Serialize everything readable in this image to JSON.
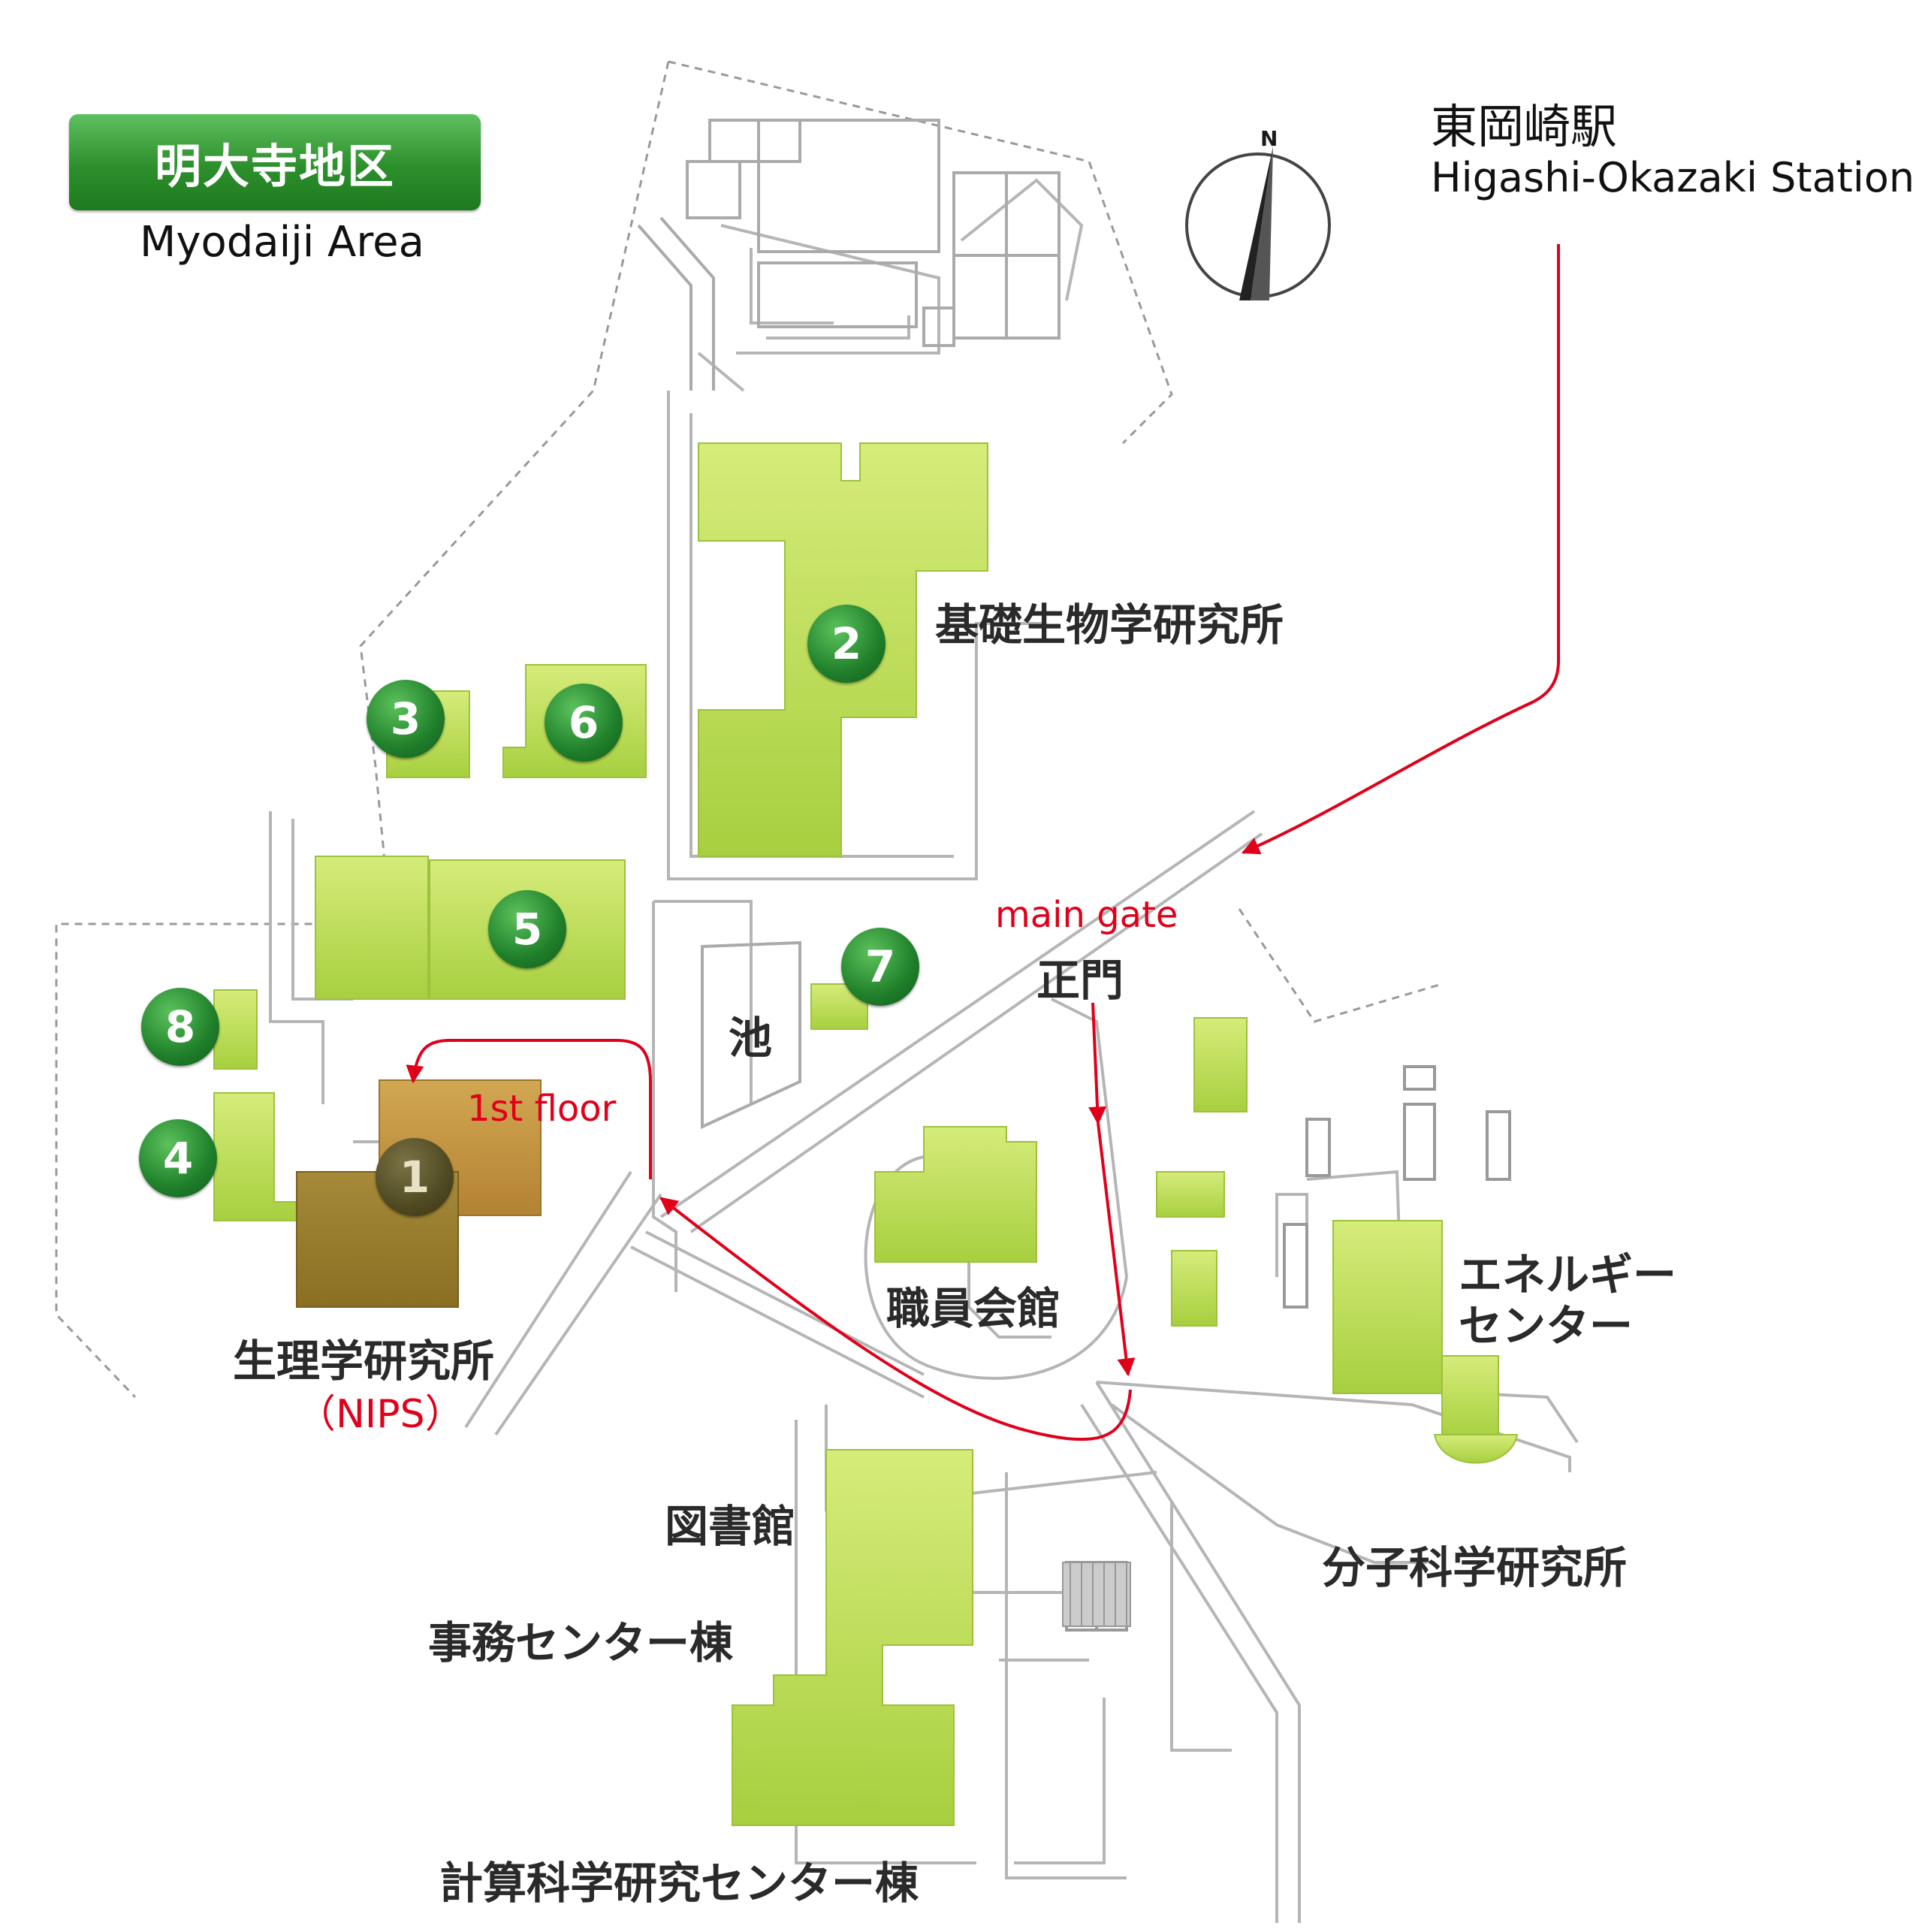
{
  "area": {
    "title_jp": "明大寺地区",
    "title_en": "Myodaiji Area"
  },
  "station": {
    "name_jp": "東岡崎駅",
    "name_en": "Higashi-Okazaki Station"
  },
  "compass": {
    "north_label": "N"
  },
  "buildings": {
    "nibb": "基礎生物学研究所",
    "nips_jp": "生理学研究所",
    "nips_en": "（NIPS）",
    "pond": "池",
    "staff_hall": "職員会館",
    "energy_1": "エネルギー",
    "energy_2": "センター",
    "ims": "分子科学研究所",
    "library": "図書館",
    "admin": "事務センター棟",
    "computing": "計算科学研究センター棟"
  },
  "gate": {
    "en": "main gate",
    "jp": "正門"
  },
  "route": {
    "floor_note": "1st floor"
  },
  "markers": [
    "1",
    "2",
    "3",
    "4",
    "5",
    "6",
    "7",
    "8"
  ],
  "colors": {
    "building_green": "#b5d94f",
    "highlight_building": "#c79a3e",
    "route_red": "#e0001a",
    "marker_green": "#1f7f2a"
  }
}
